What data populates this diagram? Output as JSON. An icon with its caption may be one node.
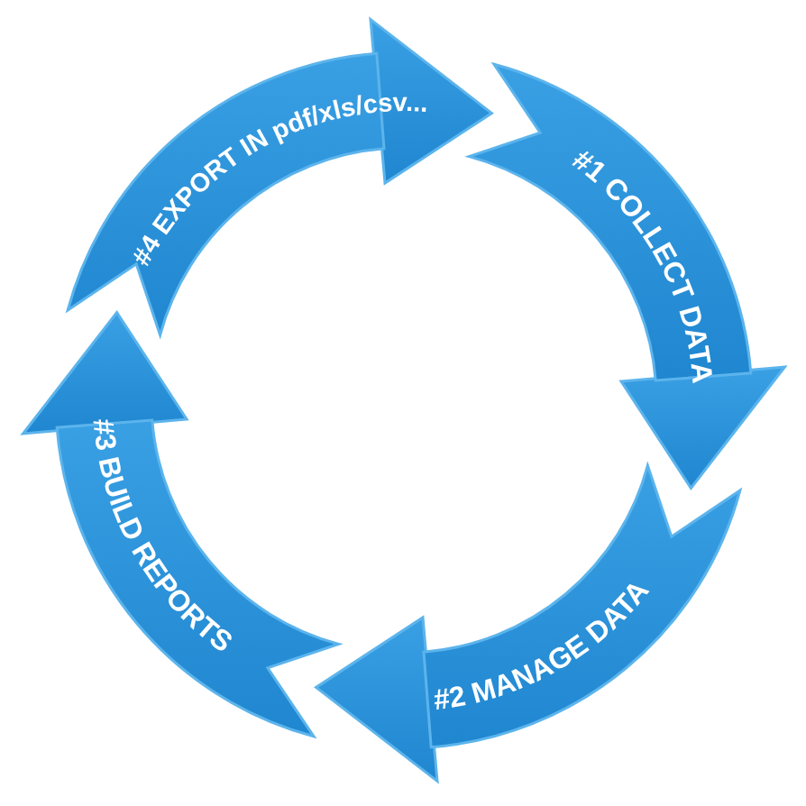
{
  "diagram": {
    "nodes": [
      {
        "text": [
          "#1 COLLECT DATA"
        ]
      },
      {
        "text": [
          "#2 MANAGE DATA"
        ]
      },
      {
        "text": [
          "#3 BUILD REPORTS"
        ]
      },
      {
        "text": [
          "#4 EXPORT IN pdf/xls/csv..."
        ]
      }
    ],
    "edges": [
      {
        "from": 0,
        "to": 1,
        "arrow": "to"
      },
      {
        "from": 1,
        "to": 2,
        "arrow": "to"
      },
      {
        "from": 2,
        "to": 3,
        "arrow": "to"
      },
      {
        "from": 3,
        "to": 0,
        "arrow": "to"
      }
    ]
  }
}
